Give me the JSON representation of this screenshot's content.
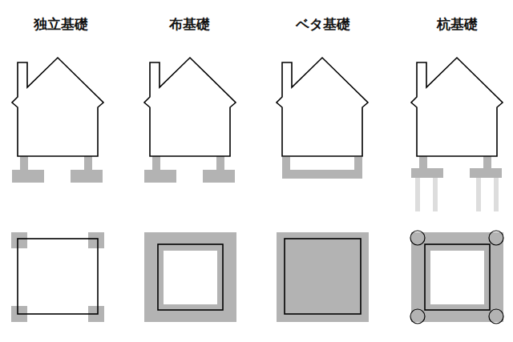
{
  "diagram": {
    "labels": [
      "独立基礎",
      "布基礎",
      "ベタ基礎",
      "杭基礎"
    ]
  }
}
